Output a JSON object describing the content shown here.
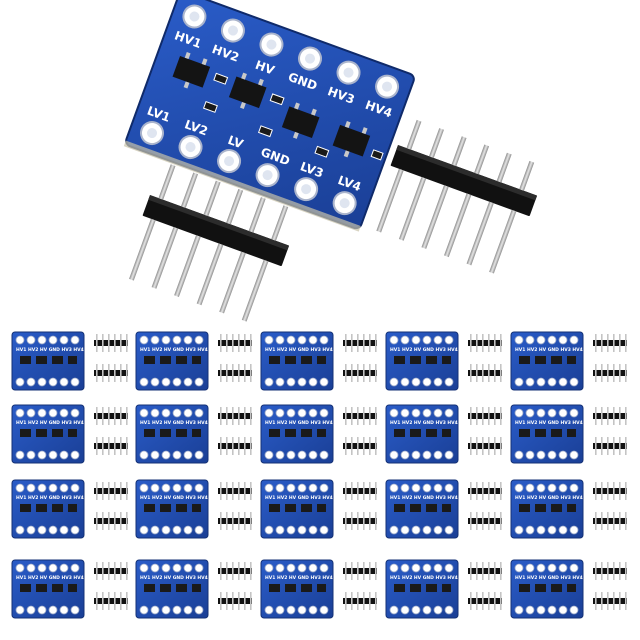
{
  "board": {
    "color": "#1f4fb5",
    "labels": {
      "hv1": "HV1",
      "hv2": "HV2",
      "hv": "HV",
      "gnd_top": "GND",
      "hv3": "HV3",
      "hv4": "HV4",
      "lv1": "LV1",
      "lv2": "LV2",
      "lv": "LV",
      "gnd_bottom": "GND",
      "lv3": "LV3",
      "lv4": "LV4"
    }
  },
  "header_pins": {
    "count": 6,
    "color": "#111111",
    "pin_color": "#b9b9b9"
  },
  "grid": {
    "rows": 4,
    "columns": 5
  }
}
